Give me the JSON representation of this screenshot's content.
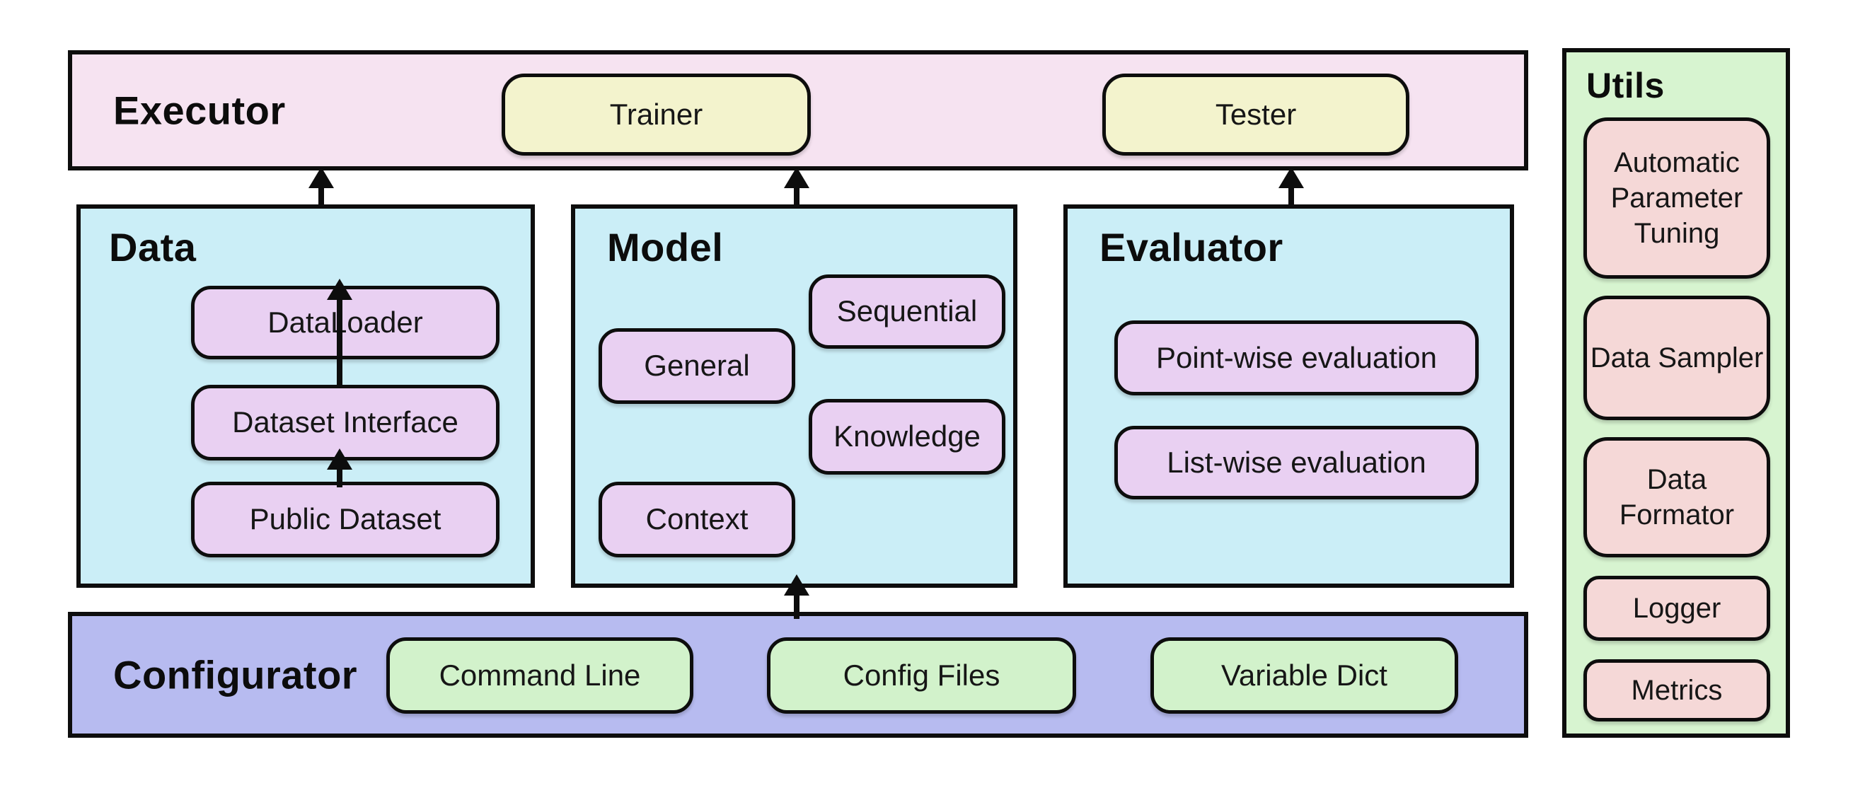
{
  "executor": {
    "title": "Executor",
    "items": [
      "Trainer",
      "Tester"
    ]
  },
  "data": {
    "title": "Data",
    "items": [
      "DataLoader",
      "Dataset Interface",
      "Public Dataset"
    ]
  },
  "model": {
    "title": "Model",
    "items": [
      "Sequential",
      "General",
      "Knowledge",
      "Context"
    ]
  },
  "evaluator": {
    "title": "Evaluator",
    "items": [
      "Point-wise evaluation",
      "List-wise evaluation"
    ]
  },
  "configurator": {
    "title": "Configurator",
    "items": [
      "Command Line",
      "Config Files",
      "Variable Dict"
    ]
  },
  "utils": {
    "title": "Utils",
    "items": [
      "Automatic Parameter Tuning",
      "Data Sampler",
      "Data Formator",
      "Logger",
      "Metrics"
    ]
  },
  "colors": {
    "executor_bg": "#f6e3f1",
    "module_bg": "#cbeef7",
    "configurator_bg": "#b7bbf0",
    "utils_bg": "#d7f4d0",
    "purple_node": "#e9d0f2",
    "yellow_node": "#f3f3cd",
    "green_node": "#d2f2cb",
    "salmon_node": "#f5d8d7",
    "border": "#0d0d0d"
  }
}
